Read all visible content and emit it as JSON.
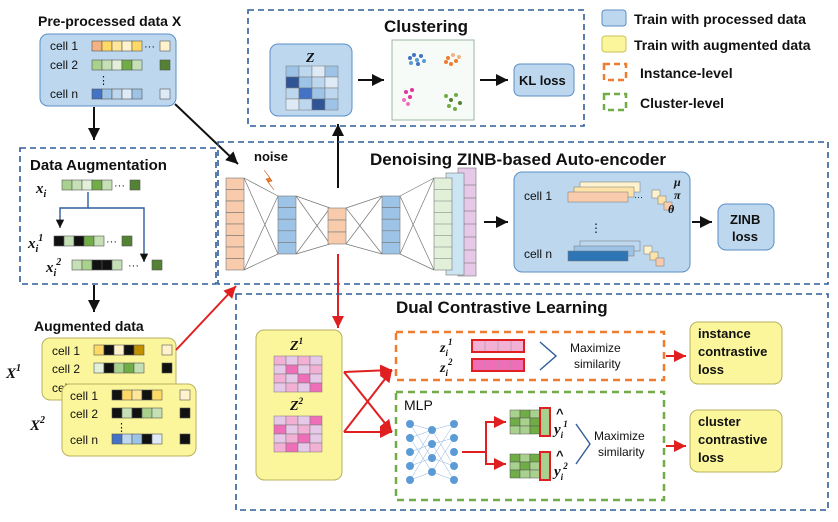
{
  "legend": {
    "processed": "Train with processed data",
    "augmented": "Train with augmented data",
    "instance": "Instance-level",
    "cluster": "Cluster-level",
    "colors": {
      "processed": "#bcd7ee",
      "augmented": "#fbf69b",
      "instance": "#ed7d31",
      "cluster": "#70ad47"
    }
  },
  "input": {
    "title": "Pre-processed  data X",
    "cell1": "cell 1",
    "cell2": "cell 2",
    "celln": "cell n",
    "dots": "⋮",
    "ellipsis": "···"
  },
  "augmentation": {
    "title": "Data Augmentation",
    "x_i": "x",
    "sub_i": "i",
    "sup_1": "1",
    "sup_2": "2"
  },
  "augmented": {
    "title": "Augmented data",
    "x1": "X",
    "x2": "X",
    "sup1": "1",
    "sup2": "2",
    "cell1": "cell 1",
    "cell2": "cell 2",
    "celln": "cell n",
    "cell_partial": "cell"
  },
  "clustering": {
    "title": "Clustering",
    "z": "Z",
    "kl_loss": "KL loss"
  },
  "autoencoder": {
    "title": "Denoising ZINB-based Auto-encoder",
    "noise": "noise",
    "cell1": "cell 1",
    "celln": "cell n",
    "mu": "μ",
    "pi": "π",
    "theta": "θ",
    "zinb_loss_1": "ZINB",
    "zinb_loss_2": "loss"
  },
  "contrastive": {
    "title": "Dual Contrastive Learning",
    "z1": "Z",
    "z2": "Z",
    "sup1": "1",
    "sup2": "2",
    "zi": "z",
    "sub_i": "i",
    "maximize_1": "Maximize",
    "maximize_2": "similarity",
    "mlp": "MLP",
    "yi": "y",
    "hat": "^",
    "instance_loss": [
      "instance",
      "contrastive",
      "loss"
    ],
    "cluster_loss": [
      "cluster",
      "contrastive",
      "loss"
    ]
  }
}
